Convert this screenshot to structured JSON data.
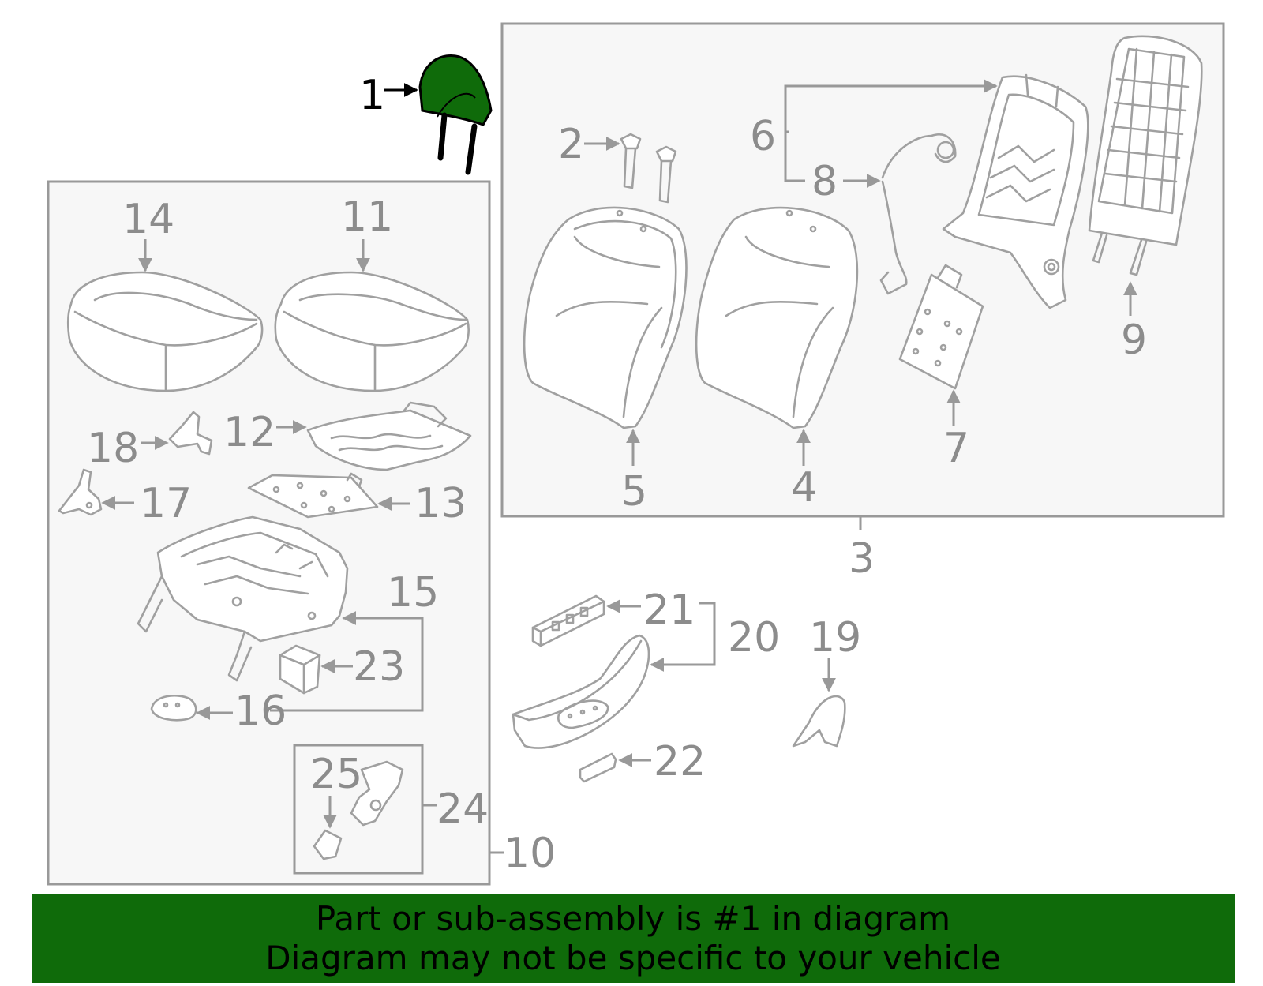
{
  "labels": {
    "p1": "1",
    "p2": "2",
    "p3": "3",
    "p4": "4",
    "p5": "5",
    "p6": "6",
    "p7": "7",
    "p8": "8",
    "p9": "9",
    "p10": "10",
    "p11": "11",
    "p12": "12",
    "p13": "13",
    "p14": "14",
    "p15": "15",
    "p16": "16",
    "p17": "17",
    "p18": "18",
    "p19": "19",
    "p20": "20",
    "p21": "21",
    "p22": "22",
    "p23": "23",
    "p24": "24",
    "p25": "25"
  },
  "highlight_color": "#0f6b0a",
  "banner": {
    "line1": "Part or sub-assembly is #1 in diagram",
    "line2": "Diagram may not be specific to your vehicle"
  }
}
